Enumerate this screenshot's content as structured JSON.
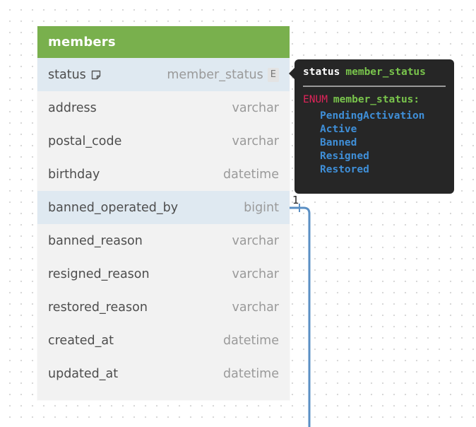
{
  "table": {
    "title": "members",
    "header_color": "#79b04d",
    "rows": [
      {
        "name": "status",
        "type": "member_status",
        "badge": "E",
        "has_note": true,
        "highlight": true
      },
      {
        "name": "address",
        "type": "varchar"
      },
      {
        "name": "postal_code",
        "type": "varchar"
      },
      {
        "name": "birthday",
        "type": "datetime"
      },
      {
        "name": "banned_operated_by",
        "type": "bigint",
        "highlight": true
      },
      {
        "name": "banned_reason",
        "type": "varchar"
      },
      {
        "name": "resigned_reason",
        "type": "varchar"
      },
      {
        "name": "restored_reason",
        "type": "varchar"
      },
      {
        "name": "created_at",
        "type": "datetime"
      },
      {
        "name": "updated_at",
        "type": "datetime"
      }
    ]
  },
  "tooltip": {
    "field": "status",
    "type": "member_status",
    "keyword": "ENUM",
    "enum_name": "member_status:",
    "values": [
      "PendingActivation",
      "Active",
      "Banned",
      "Resigned",
      "Restored"
    ]
  },
  "relationship": {
    "cardinality": "1",
    "line_color": "#5a8fc4"
  }
}
